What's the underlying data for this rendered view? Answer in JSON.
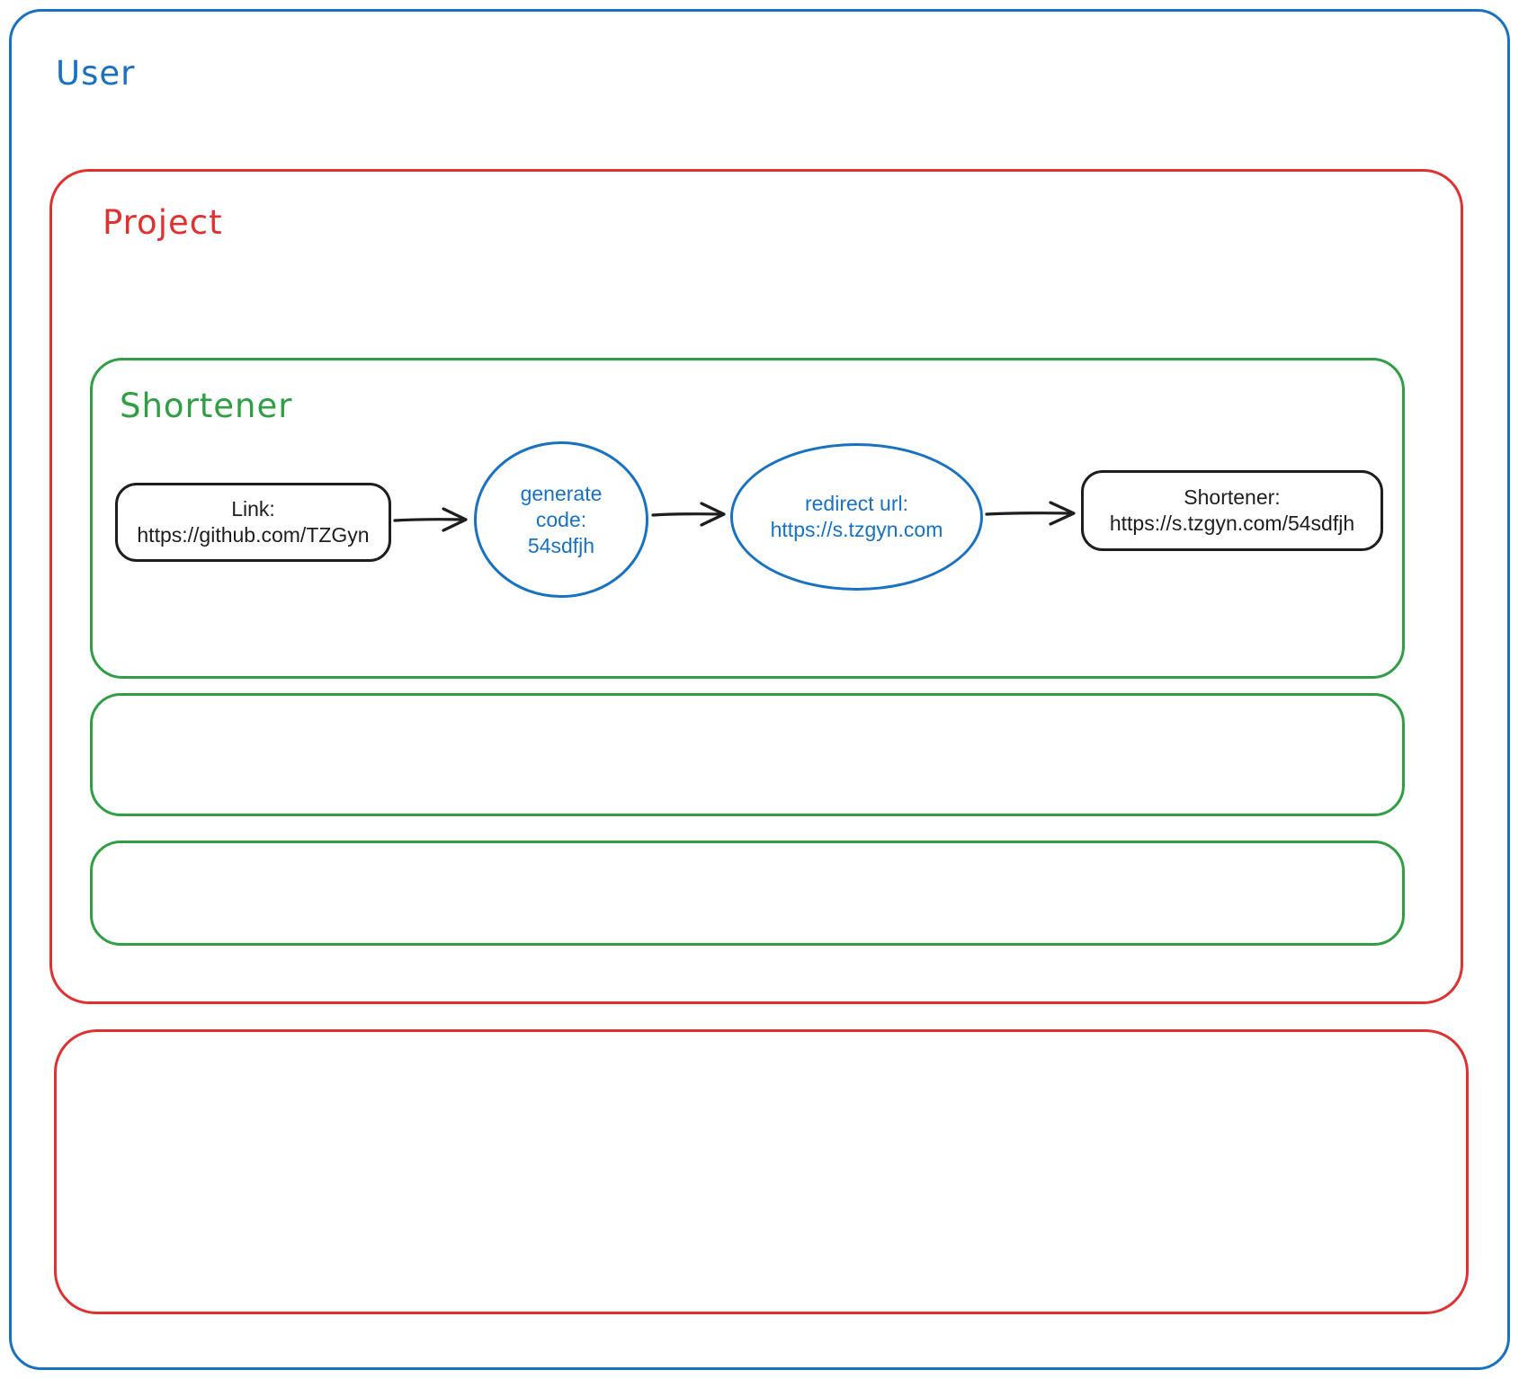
{
  "labels": {
    "user": "User",
    "project": "Project",
    "shortener": "Shortener"
  },
  "nodes": {
    "link": {
      "lines": [
        "Link:",
        "https://github.com/TZGyn"
      ]
    },
    "generate_code": {
      "lines": [
        "generate",
        "code:",
        "54sdfjh"
      ]
    },
    "redirect_url": {
      "lines": [
        "redirect url:",
        "https://s.tzgyn.com"
      ]
    },
    "result": {
      "lines": [
        "Shortener:",
        "https://s.tzgyn.com/54sdfjh"
      ]
    }
  },
  "colors": {
    "blue": "#1971c2",
    "red": "#e03131",
    "green": "#2f9e44",
    "ink": "#1e1e1e",
    "background": "#ffffff"
  }
}
